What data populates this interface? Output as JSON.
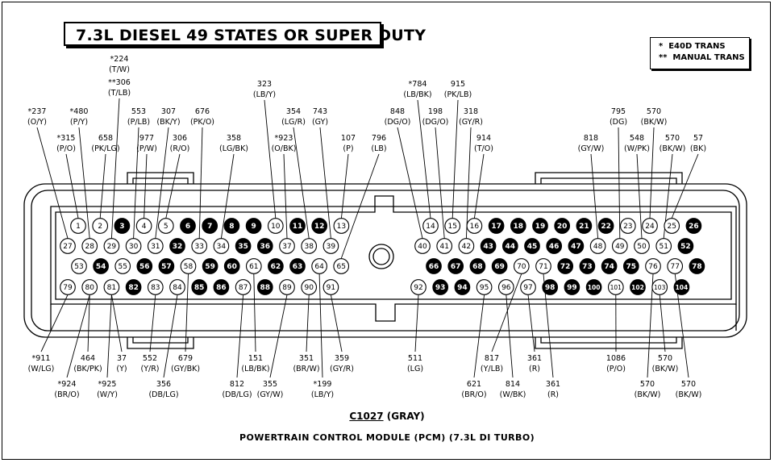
{
  "title": "7.3L DIESEL 49 STATES OR SUPER DUTY",
  "legend": [
    "*  E40D TRANS",
    "**  MANUAL TRANS"
  ],
  "connector": {
    "id": "C1027",
    "color": "(GRAY)"
  },
  "module_name": "POWERTRAIN CONTROL MODULE (PCM) (7.3L DI TURBO)",
  "filled_pins": [
    3,
    6,
    7,
    8,
    9,
    11,
    12,
    17,
    18,
    19,
    20,
    21,
    22,
    26,
    32,
    35,
    36,
    43,
    44,
    45,
    46,
    47,
    52,
    54,
    56,
    57,
    59,
    60,
    62,
    63,
    66,
    67,
    68,
    69,
    72,
    73,
    74,
    75,
    78,
    82,
    85,
    86,
    88,
    93,
    94,
    98,
    99,
    100,
    102,
    104
  ],
  "wire_labels": [
    {
      "circuit": "*224",
      "color": "(T/W)"
    },
    {
      "circuit": "**306",
      "color": "(T/LB)"
    },
    {
      "circuit": "*237",
      "color": "(O/Y)"
    },
    {
      "circuit": "*480",
      "color": "(P/Y)"
    },
    {
      "circuit": "*315",
      "color": "(P/O)"
    },
    {
      "circuit": "658",
      "color": "(PK/LG)"
    },
    {
      "circuit": "553",
      "color": "(P/LB)"
    },
    {
      "circuit": "977",
      "color": "(P/W)"
    },
    {
      "circuit": "307",
      "color": "(BK/Y)"
    },
    {
      "circuit": "306",
      "color": "(R/O)"
    },
    {
      "circuit": "676",
      "color": "(PK/O)"
    },
    {
      "circuit": "358",
      "color": "(LG/BK)"
    },
    {
      "circuit": "323",
      "color": "(LB/Y)"
    },
    {
      "circuit": "354",
      "color": "(LG/R)"
    },
    {
      "circuit": "*923",
      "color": "(O/BK)"
    },
    {
      "circuit": "743",
      "color": "(GY)"
    },
    {
      "circuit": "107",
      "color": "(P)"
    },
    {
      "circuit": "796",
      "color": "(LB)"
    },
    {
      "circuit": "*784",
      "color": "(LB/BK)"
    },
    {
      "circuit": "915",
      "color": "(PK/LB)"
    },
    {
      "circuit": "848",
      "color": "(DG/O)"
    },
    {
      "circuit": "198",
      "color": "(DG/O)"
    },
    {
      "circuit": "318",
      "color": "(GY/R)"
    },
    {
      "circuit": "914",
      "color": "(T/O)"
    },
    {
      "circuit": "795",
      "color": "(DG)"
    },
    {
      "circuit": "570",
      "color": "(BK/W)"
    },
    {
      "circuit": "818",
      "color": "(GY/W)"
    },
    {
      "circuit": "548",
      "color": "(W/PK)"
    },
    {
      "circuit": "570",
      "color": "(BK/W)"
    },
    {
      "circuit": "57",
      "color": "(BK)"
    },
    {
      "circuit": "*911",
      "color": "(W/LG)"
    },
    {
      "circuit": "464",
      "color": "(BK/PK)"
    },
    {
      "circuit": "37",
      "color": "(Y)"
    },
    {
      "circuit": "*924",
      "color": "(BR/O)"
    },
    {
      "circuit": "*925",
      "color": "(W/Y)"
    },
    {
      "circuit": "552",
      "color": "(Y/R)"
    },
    {
      "circuit": "679",
      "color": "(GY/BK)"
    },
    {
      "circuit": "356",
      "color": "(DB/LG)"
    },
    {
      "circuit": "151",
      "color": "(LB/BK)"
    },
    {
      "circuit": "812",
      "color": "(DB/LG)"
    },
    {
      "circuit": "355",
      "color": "(GY/W)"
    },
    {
      "circuit": "351",
      "color": "(BR/W)"
    },
    {
      "circuit": "359",
      "color": "(GY/R)"
    },
    {
      "circuit": "*199",
      "color": "(LB/Y)"
    },
    {
      "circuit": "511",
      "color": "(LG)"
    },
    {
      "circuit": "817",
      "color": "(Y/LB)"
    },
    {
      "circuit": "361",
      "color": "(R)"
    },
    {
      "circuit": "621",
      "color": "(BR/O)"
    },
    {
      "circuit": "814",
      "color": "(W/BK)"
    },
    {
      "circuit": "361",
      "color": "(R)"
    },
    {
      "circuit": "1086",
      "color": "(P/O)"
    },
    {
      "circuit": "570",
      "color": "(BK/W)"
    },
    {
      "circuit": "570",
      "color": "(BK/W)"
    },
    {
      "circuit": "570",
      "color": "(BK/W)"
    }
  ]
}
